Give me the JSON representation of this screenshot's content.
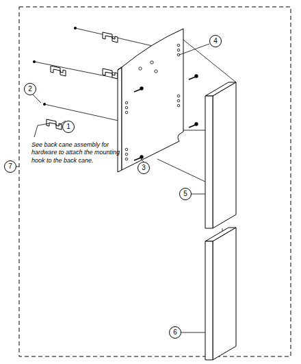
{
  "diagram": {
    "nodes": [
      {
        "text": [
          "4"
        ]
      },
      {
        "text": [
          "2"
        ]
      },
      {
        "text": [
          "1"
        ]
      },
      {
        "text": [
          "7"
        ]
      },
      {
        "text": [
          "3"
        ]
      },
      {
        "text": [
          "5"
        ]
      },
      {
        "text": [
          "6"
        ]
      }
    ],
    "labels": [
      "See back cane assembly for hardware to attach the mounting hook to the back cane."
    ]
  }
}
